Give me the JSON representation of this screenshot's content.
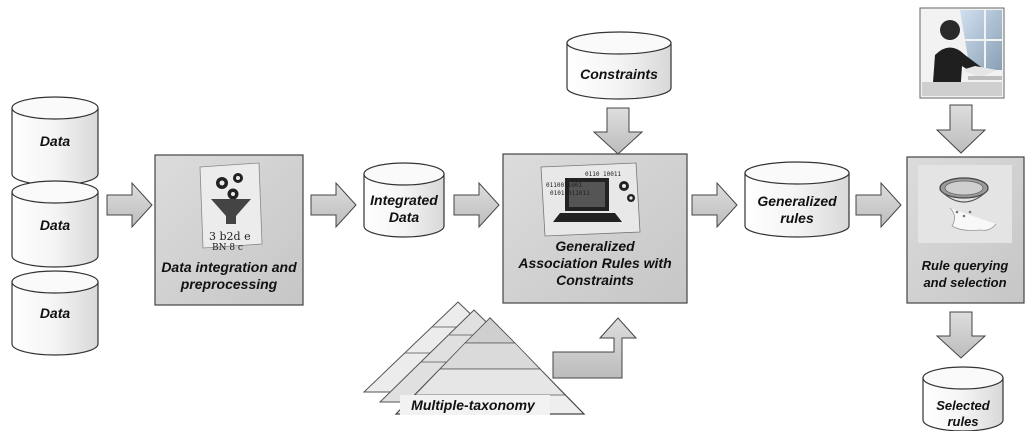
{
  "sources": [
    {
      "label": "Data"
    },
    {
      "label": "Data"
    },
    {
      "label": "Data"
    }
  ],
  "process_integration": {
    "line1": "Data integration and",
    "line2": "preprocessing"
  },
  "integrated_data": {
    "line1": "Integrated",
    "line2": "Data"
  },
  "constraints": {
    "label": "Constraints"
  },
  "process_mining": {
    "line1": "Generalized",
    "line2": "Association Rules with",
    "line3": "Constraints"
  },
  "mining_icon": {
    "binary1": "0110011001",
    "binary2": "01010011011",
    "binary3": "0110 10011"
  },
  "generalized_rules": {
    "line1": "Generalized",
    "line2": "rules"
  },
  "process_selection": {
    "line1": "Rule querying",
    "line2": "and selection"
  },
  "selected_rules": {
    "line1": "Selected",
    "line2": "rules"
  },
  "taxonomy": {
    "label": "Multiple-taxonomy"
  },
  "colors": {
    "box_fill": "#d4d4d4",
    "arrow_fill": "#d0d0d0",
    "outline": "#333333"
  },
  "icons": [
    "funnel-gears-icon",
    "computer-gears-icon",
    "person-at-laptop-icon",
    "sieve-icon",
    "taxonomy-pyramid-icon"
  ]
}
